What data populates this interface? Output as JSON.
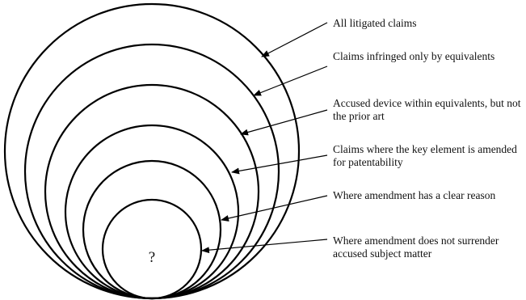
{
  "diagram": {
    "center_mark": "?",
    "levels": [
      {
        "label": "All litigated claims"
      },
      {
        "label": "Claims infringed only by equivalents"
      },
      {
        "label": "Accused device within equivalents, but not the prior art"
      },
      {
        "label": "Claims where the key element is amended for patentability"
      },
      {
        "label": "Where amendment has a clear reason"
      },
      {
        "label": "Where amendment does not surrender accused subject matter"
      }
    ]
  }
}
